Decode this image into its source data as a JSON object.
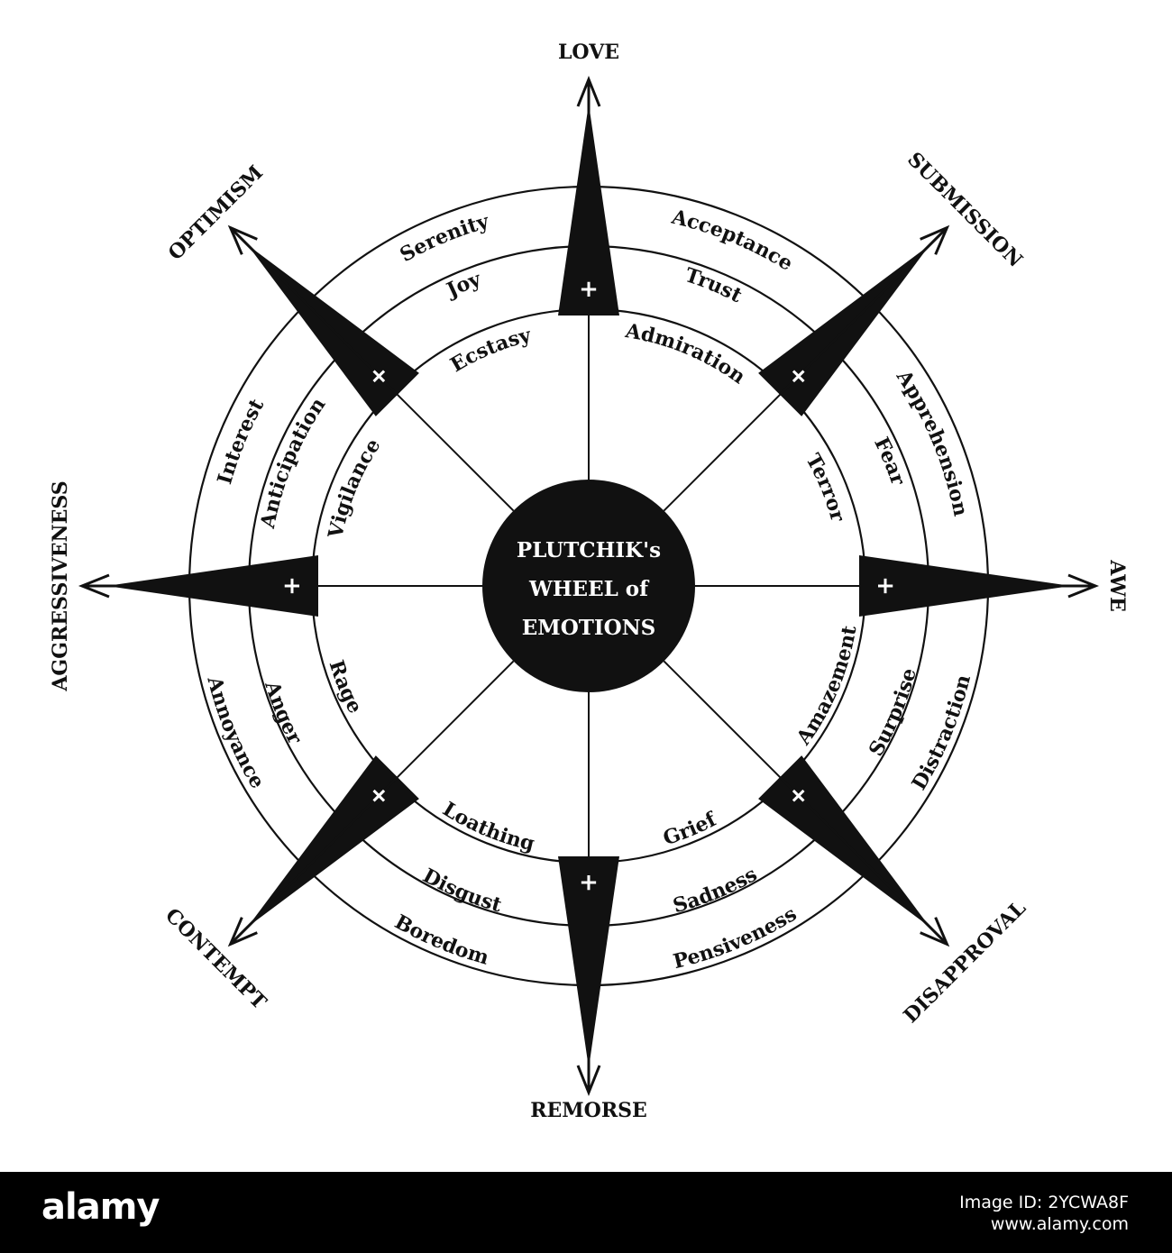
{
  "center": {
    "lines": [
      "PLUTCHIK's",
      "WHEEL of",
      "EMOTIONS"
    ]
  },
  "directions": [
    {
      "label": "LOVE",
      "angle": 0
    },
    {
      "label": "SUBMISSION",
      "angle": 45
    },
    {
      "label": "AWE",
      "angle": 90
    },
    {
      "label": "DISAPPROVAL",
      "angle": 135
    },
    {
      "label": "REMORSE",
      "angle": 180
    },
    {
      "label": "CONTEMPT",
      "angle": 225
    },
    {
      "label": "AGGRESSIVENESS",
      "angle": 270
    },
    {
      "label": "OPTIMISM",
      "angle": 315
    }
  ],
  "plus_symbol": "+",
  "sectors": [
    {
      "angle": 22.5,
      "mild": "Acceptance",
      "basic": "Trust",
      "intense": "Admiration"
    },
    {
      "angle": 67.5,
      "mild": "Apprehension",
      "basic": "Fear",
      "intense": "Terror"
    },
    {
      "angle": 112.5,
      "mild": "Distraction",
      "basic": "Surprise",
      "intense": "Amazement"
    },
    {
      "angle": 157.5,
      "mild": "Pensiveness",
      "basic": "Sadness",
      "intense": "Grief"
    },
    {
      "angle": 202.5,
      "mild": "Boredom",
      "basic": "Disgust",
      "intense": "Loathing"
    },
    {
      "angle": 247.5,
      "mild": "Annoyance",
      "basic": "Anger",
      "intense": "Rage"
    },
    {
      "angle": 292.5,
      "mild": "Interest",
      "basic": "Anticipation",
      "intense": "Vigilance"
    },
    {
      "angle": 337.5,
      "mild": "Serenity",
      "basic": "Joy",
      "intense": "Ecstasy"
    }
  ],
  "footer": {
    "logo": "alamy",
    "image_id_line1": "Image ID: 2YCWA8F",
    "image_id_line2": "www.alamy.com"
  }
}
